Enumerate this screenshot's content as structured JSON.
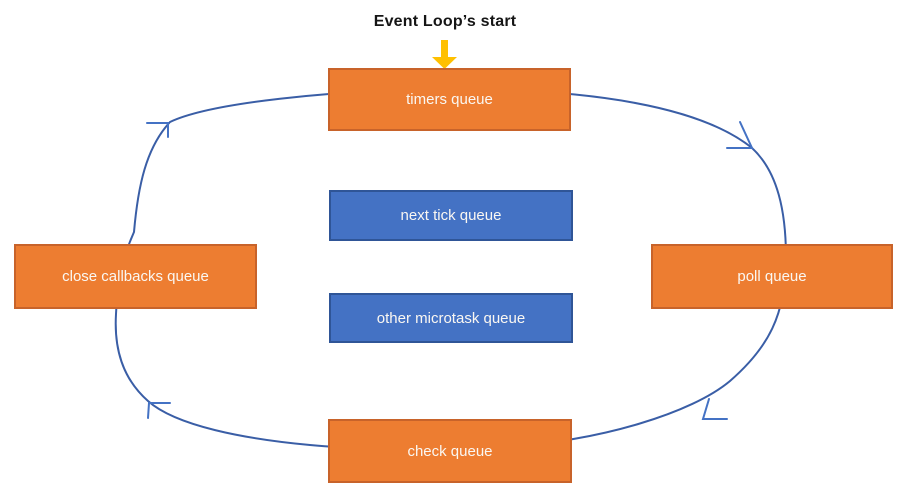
{
  "diagram": {
    "title": "Event Loop’s start",
    "colors": {
      "phase_fill": "#ED7D31",
      "phase_border": "#C8632A",
      "microtask_fill": "#4472C4",
      "microtask_border": "#2F5597",
      "loop_stroke": "#3A5EA6",
      "arrowhead_stroke": "#4472C4",
      "start_arrow_fill": "#FFC000",
      "label_text": "#FAF7F2",
      "title_text": "#151515"
    },
    "nodes": [
      {
        "id": "timers-queue",
        "label": "timers queue",
        "kind": "phase"
      },
      {
        "id": "next-tick-queue",
        "label": "next tick queue",
        "kind": "microtask"
      },
      {
        "id": "other-microtask-queue",
        "label": "other microtask queue",
        "kind": "microtask"
      },
      {
        "id": "close-callbacks-queue",
        "label": "close callbacks queue",
        "kind": "phase"
      },
      {
        "id": "poll-queue",
        "label": "poll queue",
        "kind": "phase"
      },
      {
        "id": "check-queue",
        "label": "check queue",
        "kind": "phase"
      }
    ],
    "edges": [
      {
        "from": "timers queue",
        "to": "poll queue"
      },
      {
        "from": "poll queue",
        "to": "check queue"
      },
      {
        "from": "check queue",
        "to": "close callbacks queue"
      },
      {
        "from": "close callbacks queue",
        "to": "timers queue"
      }
    ]
  }
}
